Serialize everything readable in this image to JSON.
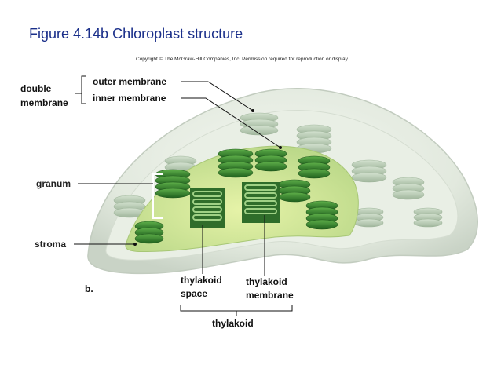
{
  "figure": {
    "title": "Figure 4.14b Chloroplast structure",
    "copyright": "Copyright © The McGraw-Hill Companies, Inc. Permission required for reproduction or display.",
    "panel_letter": "b."
  },
  "labels": {
    "double_membrane_line1": "double",
    "double_membrane_line2": "membrane",
    "outer_membrane": "outer membrane",
    "inner_membrane": "inner membrane",
    "granum": "granum",
    "stroma": "stroma",
    "thylakoid_space_line1": "thylakoid",
    "thylakoid_space_line2": "space",
    "thylakoid_membrane_line1": "thylakoid",
    "thylakoid_membrane_line2": "membrane",
    "thylakoid": "thylakoid"
  },
  "colors": {
    "title": "#1a2f8a",
    "outer_envelope": "#e8eee4",
    "stroma_fill": "#cfe7a0",
    "granum_dark": "#2f7d2a",
    "granum_mid": "#4a9a3a",
    "granum_faded": "#b9ccb5"
  }
}
